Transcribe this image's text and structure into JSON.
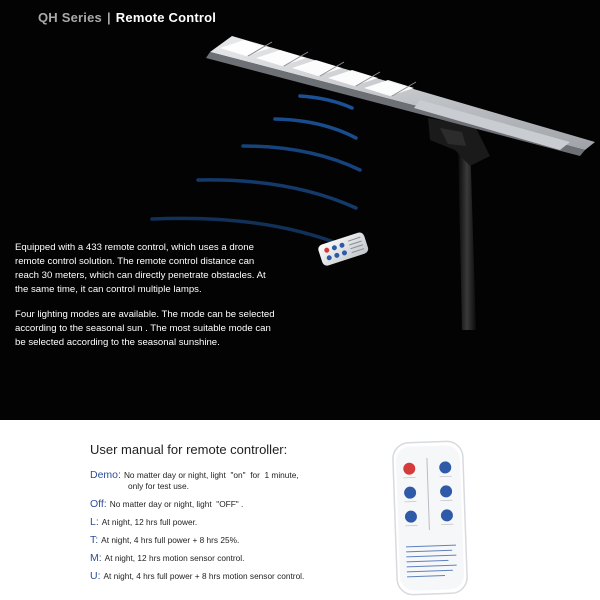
{
  "header": {
    "series": "QH Series",
    "separator": "|",
    "name": "Remote Control"
  },
  "intro": {
    "paragraph1": "Equipped with a 433 remote control, which uses a drone remote control solution. The remote control distance can reach 30 meters, which can directly penetrate obstacles. At the same time, it can control multiple lamps.",
    "paragraph2": "Four lighting modes are available. The mode can be selected according to the seasonal sun . The most suitable mode can be selected according to the seasonal sunshine."
  },
  "manual": {
    "title": "User manual for remote controller:",
    "modes": [
      {
        "key": "Demo:",
        "text": "No matter day or night, light  \"on\"  for  1 minute,",
        "text2": "only for test use."
      },
      {
        "key": "Off:",
        "text": "No matter day or night, light  \"OFF\" .",
        "text2": ""
      },
      {
        "key": "L:",
        "text": "At night, 12 hrs full power.",
        "text2": ""
      },
      {
        "key": "T:",
        "text": "At night, 4 hrs full power + 8 hrs 25%.",
        "text2": ""
      },
      {
        "key": "M:",
        "text": "At night, 12 hrs motion sensor control.",
        "text2": ""
      },
      {
        "key": "U:",
        "text": "At night, 4 hrs full power + 8 hrs motion sensor control.",
        "text2": ""
      }
    ]
  },
  "colors": {
    "background_dark": "#030303",
    "accent_blue": "#2d4f97",
    "signal_blue": "#1f5fb0"
  },
  "icons": [
    "street-light-icon",
    "solar-panel-icon",
    "signal-wave-icon",
    "remote-control-icon"
  ]
}
